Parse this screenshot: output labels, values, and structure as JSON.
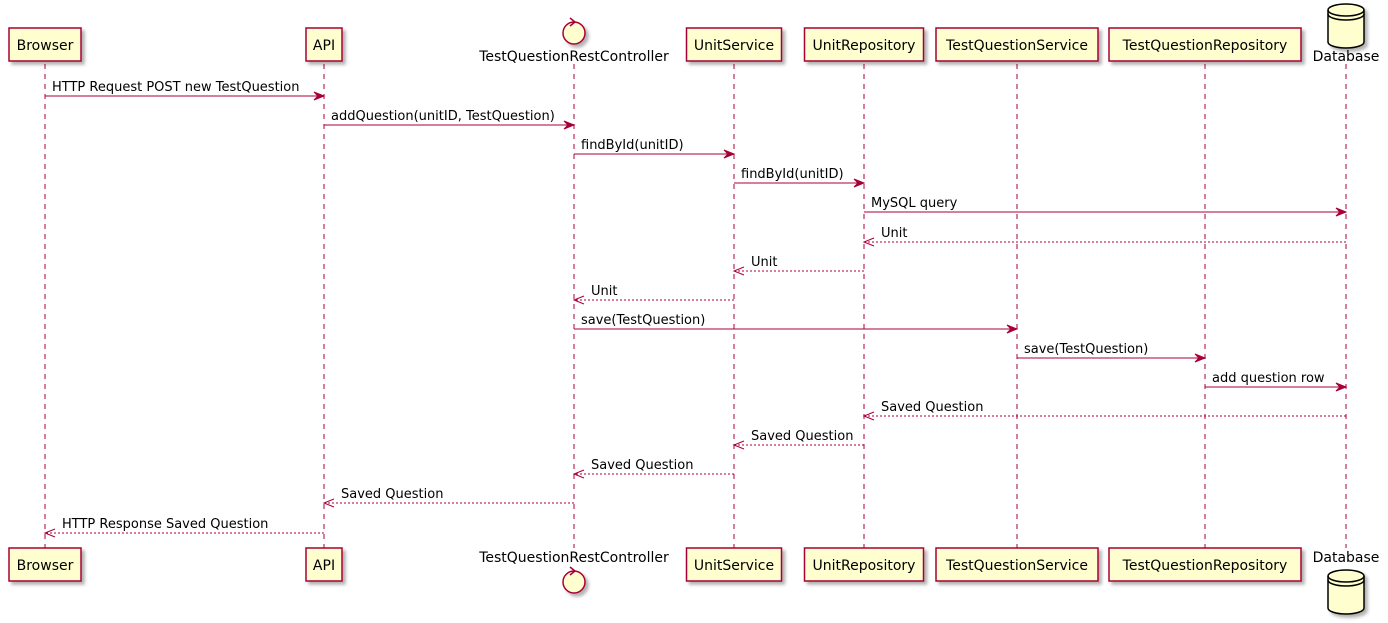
{
  "participants": [
    {
      "id": "browser",
      "label": "Browser",
      "kind": "box"
    },
    {
      "id": "api",
      "label": "API",
      "kind": "box"
    },
    {
      "id": "controller",
      "label": "TestQuestionRestController",
      "kind": "control"
    },
    {
      "id": "unitservice",
      "label": "UnitService",
      "kind": "box"
    },
    {
      "id": "unitrepository",
      "label": "UnitRepository",
      "kind": "box"
    },
    {
      "id": "testquestionservice",
      "label": "TestQuestionService",
      "kind": "box"
    },
    {
      "id": "testquestionrepository",
      "label": "TestQuestionRepository",
      "kind": "box"
    },
    {
      "id": "database",
      "label": "Database",
      "kind": "database"
    }
  ],
  "messages": [
    {
      "from": "browser",
      "to": "api",
      "label": "HTTP Request POST new TestQuestion",
      "type": "sync"
    },
    {
      "from": "api",
      "to": "controller",
      "label": "addQuestion(unitID, TestQuestion)",
      "type": "sync"
    },
    {
      "from": "controller",
      "to": "unitservice",
      "label": "findById(unitID)",
      "type": "sync"
    },
    {
      "from": "unitservice",
      "to": "unitrepository",
      "label": "findById(unitID)",
      "type": "sync"
    },
    {
      "from": "unitrepository",
      "to": "database",
      "label": "MySQL query",
      "type": "sync"
    },
    {
      "from": "database",
      "to": "unitrepository",
      "label": "Unit",
      "type": "return"
    },
    {
      "from": "unitrepository",
      "to": "unitservice",
      "label": "Unit",
      "type": "return"
    },
    {
      "from": "unitservice",
      "to": "controller",
      "label": "Unit",
      "type": "return"
    },
    {
      "from": "controller",
      "to": "testquestionservice",
      "label": "save(TestQuestion)",
      "type": "sync"
    },
    {
      "from": "testquestionservice",
      "to": "testquestionrepository",
      "label": "save(TestQuestion)",
      "type": "sync"
    },
    {
      "from": "testquestionrepository",
      "to": "database",
      "label": "add question row",
      "type": "sync"
    },
    {
      "from": "database",
      "to": "unitrepository",
      "label": "Saved Question",
      "type": "return"
    },
    {
      "from": "unitrepository",
      "to": "unitservice",
      "label": "Saved Question",
      "type": "return"
    },
    {
      "from": "unitservice",
      "to": "controller",
      "label": "Saved Question",
      "type": "return"
    },
    {
      "from": "controller",
      "to": "api",
      "label": "Saved Question",
      "type": "return"
    },
    {
      "from": "api",
      "to": "browser",
      "label": "HTTP Response Saved Question",
      "type": "return"
    }
  ],
  "colors": {
    "participant_fill": "#FEFECE",
    "participant_border": "#A80036",
    "lifeline": "#A80036",
    "arrow": "#A80036",
    "text": "#000000"
  }
}
